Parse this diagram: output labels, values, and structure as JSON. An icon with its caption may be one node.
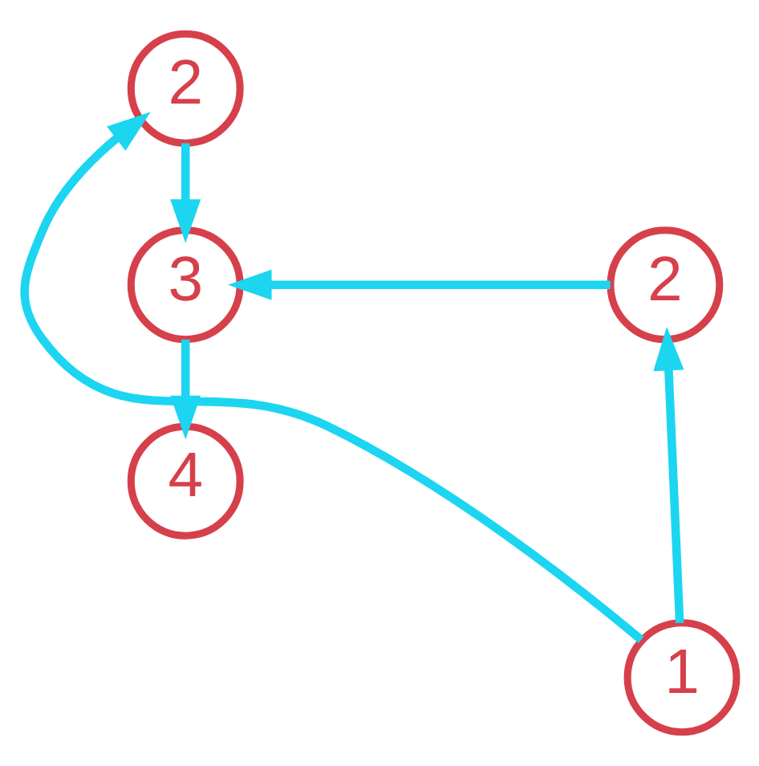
{
  "diagram": {
    "nodes": [
      {
        "text": [
          "2"
        ]
      },
      {
        "text": [
          "2"
        ]
      },
      {
        "text": [
          "3"
        ]
      },
      {
        "text": [
          "4"
        ]
      },
      {
        "text": [
          "1"
        ]
      }
    ],
    "edges": [
      {
        "from": 4,
        "to": 0,
        "arrow": "to"
      },
      {
        "from": 4,
        "to": 1,
        "arrow": "to"
      },
      {
        "from": 0,
        "to": 2,
        "arrow": "to"
      },
      {
        "from": 1,
        "to": 2,
        "arrow": "to"
      },
      {
        "from": 2,
        "to": 3,
        "arrow": "to"
      }
    ]
  }
}
